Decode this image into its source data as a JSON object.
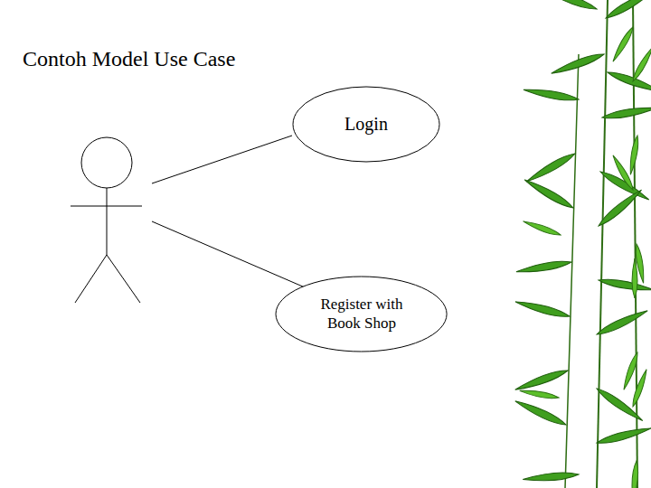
{
  "diagram": {
    "title": "Contoh Model Use Case",
    "nodes": [
      {
        "text": [
          "Login"
        ]
      },
      {
        "text": [
          "Register with Book Shop"
        ]
      }
    ]
  }
}
